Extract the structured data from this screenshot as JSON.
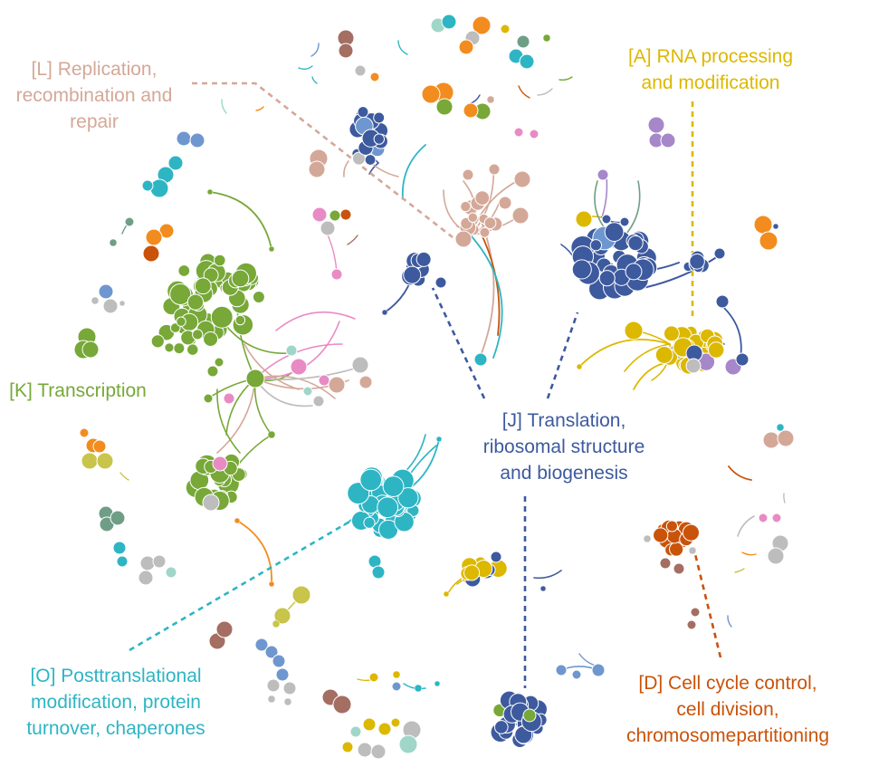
{
  "labels": {
    "L": {
      "lines": [
        "[L] Replication,",
        "recombination and",
        "repair"
      ],
      "color": "#d4a898"
    },
    "A": {
      "lines": [
        "[A] RNA processing",
        "and modification"
      ],
      "color": "#dcb800"
    },
    "K": {
      "lines": [
        "[K] Transcription"
      ],
      "color": "#77a838"
    },
    "J": {
      "lines": [
        "[J] Translation,",
        "ribosomal structure",
        "and biogenesis"
      ],
      "color": "#3d5a9e"
    },
    "O": {
      "lines": [
        "[O] Posttranslational",
        "modification, protein",
        "turnover, chaperones"
      ],
      "color": "#2eb5c4"
    },
    "D": {
      "lines": [
        "[D] Cell cycle control,",
        "cell division,",
        "chromosomepartitioning"
      ],
      "color": "#c9530a"
    }
  },
  "colors": {
    "J": "#3d5a9e",
    "K": "#77a838",
    "L": "#d4a898",
    "A": "#dcb800",
    "O": "#2eb5c4",
    "D": "#c9530a",
    "orange": "#f28c1e",
    "pink": "#e88bc4",
    "purple": "#a687c9",
    "gray": "#bdbdbd",
    "olive": "#c9c44a",
    "teal": "#6f9e86",
    "brown": "#a46e62",
    "lightblue": "#6f97cf",
    "mint": "#9fd6c8"
  }
}
